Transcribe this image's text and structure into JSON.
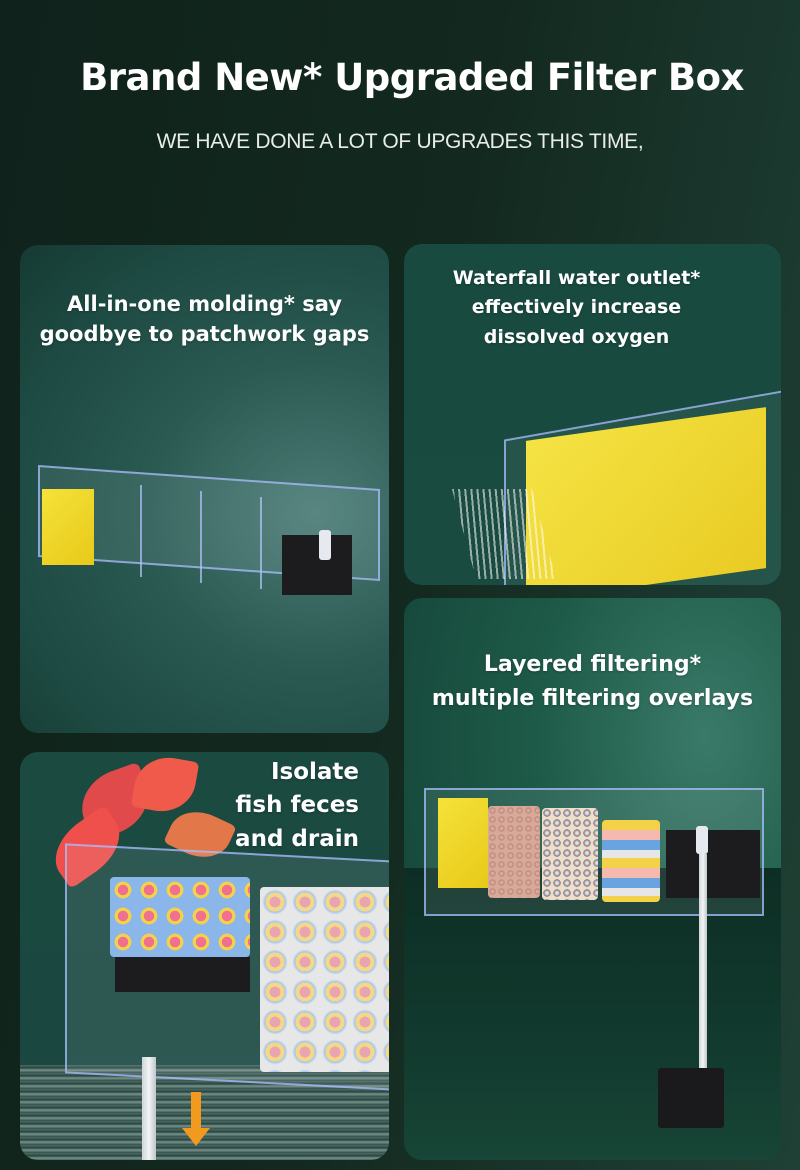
{
  "header": {
    "title": "Brand New* Upgraded Filter Box",
    "subtitle": "WE HAVE DONE A LOT OF UPGRADES THIS TIME,"
  },
  "panels": [
    {
      "id": "all-in-one",
      "caption_lines": [
        "All-in-one molding* say",
        "goodbye to patchwork gaps"
      ],
      "image": "clear acrylic filter box with yellow sponge and black sponge compartments"
    },
    {
      "id": "waterfall",
      "caption_lines": [
        "Waterfall water outlet*",
        "effectively increase",
        "dissolved oxygen"
      ],
      "image": "close-up of waterfall outlet spilling water over yellow sponge"
    },
    {
      "id": "layered",
      "caption_lines": [
        "Layered filtering*",
        "multiple filtering overlays"
      ],
      "image": "filter box with yellow sponge, ceramic balls, bio rings, black sponge and submersible pump"
    },
    {
      "id": "isolate",
      "caption_lines": [
        "Isolate",
        "fish feces",
        "and drain"
      ],
      "image": "filter box with plant, colorful media and drain pipe with orange down arrow"
    }
  ],
  "colors": {
    "background": "#13291f",
    "sponge_yellow": "#f0d726",
    "sponge_black": "#1c1c1f",
    "arrow_orange": "#f29a1e"
  }
}
